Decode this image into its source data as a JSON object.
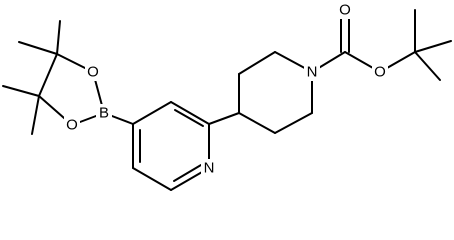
{
  "colors": {
    "background": "#ffffff",
    "ink": "#000000"
  },
  "structure": {
    "atoms": {
      "boron": "B",
      "ring_oxygen_top": "O",
      "ring_oxygen_bottom": "O",
      "pyridine_nitrogen": "N",
      "piperidine_nitrogen": "N",
      "carbonyl_oxygen": "O",
      "ester_oxygen": "O"
    }
  }
}
